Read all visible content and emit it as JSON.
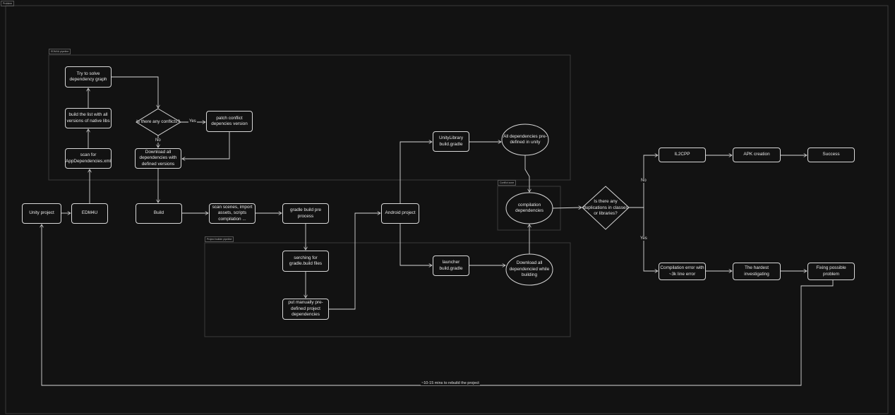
{
  "frames": {
    "problem": "Problem",
    "edm4u": "EDM4U pipeline",
    "project_builder": "Project builder pipeline",
    "conflict_zone": "Conflict zone"
  },
  "nodes": {
    "try_solve": "Try to solve dependency graph",
    "build_list": "build the list with all versions of native libs",
    "scan_for": "scan for AppDependencies.xml",
    "conflicts_q": "Is there any conflicts?",
    "patch": "patch conflict depencies version",
    "download_defined": "Download all dependencies with defined versions",
    "unity_project": "Unity project",
    "edm4u": "EDM4U",
    "build": "Build",
    "scan_scenes": "scan scenes, import assets, scripts compilation ...",
    "gradle_pre": "gradle build pre process",
    "serching": "serching for gradle.build files",
    "put_manually": "put manually pre-defined project dependencies",
    "android_project": "Android project",
    "unity_library": "UnityLibrary build.gradle",
    "all_deps_predefined": "All dependencies pre-defined in unity",
    "compilation_deps": "compilation dependencies",
    "launcher": "launcher build.gradle",
    "download_while_building": "Download all dependencied while building",
    "duplications_q": "Is there any duplications in classes or libraries?",
    "il2cpp": "IL2CPP",
    "apk": "APK creation",
    "success": "Success",
    "compile_error": "Compilation error with ~3k line error",
    "hardest": "The hardest investigating",
    "fixing": "Fixing possible problem"
  },
  "edge_labels": {
    "yes1": "Yes",
    "no1": "No",
    "no2": "No",
    "yes2": "Yes",
    "rebuild": "~10-15 mins to rebuild the project"
  }
}
